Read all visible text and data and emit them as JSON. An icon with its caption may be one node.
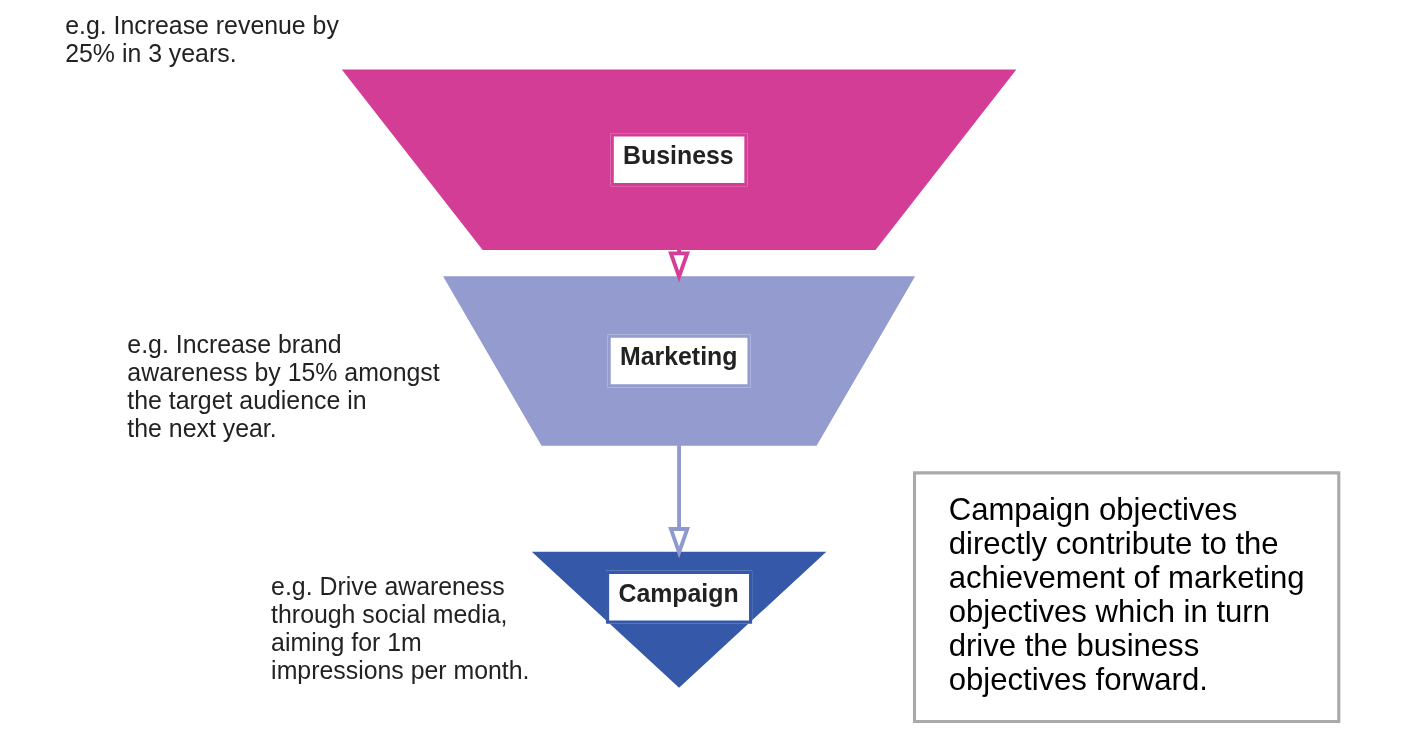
{
  "diagram": {
    "nodes": [
      {
        "text": [
          "Business"
        ],
        "beside": [
          "e.g. Increase revenue by 25% in 3 years."
        ]
      },
      {
        "text": [
          "Marketing"
        ],
        "beside": [
          "e.g. Increase brand awareness by 15% amongst the target audience in the next year."
        ]
      },
      {
        "text": [
          "Campaign"
        ],
        "beside": [
          "e.g. Drive awareness through social media, aiming for 1m impressions per month."
        ]
      },
      {
        "text": [
          "Campaign objectives directly contribute to the achievement of marketing objectives which in turn drive the business objectives forward."
        ]
      }
    ],
    "edges": [
      {
        "from": 0,
        "to": 1,
        "arrow": "to",
        "color": "#d63d96"
      },
      {
        "from": 1,
        "to": 2,
        "arrow": "to",
        "color": "#9099cc"
      }
    ]
  }
}
